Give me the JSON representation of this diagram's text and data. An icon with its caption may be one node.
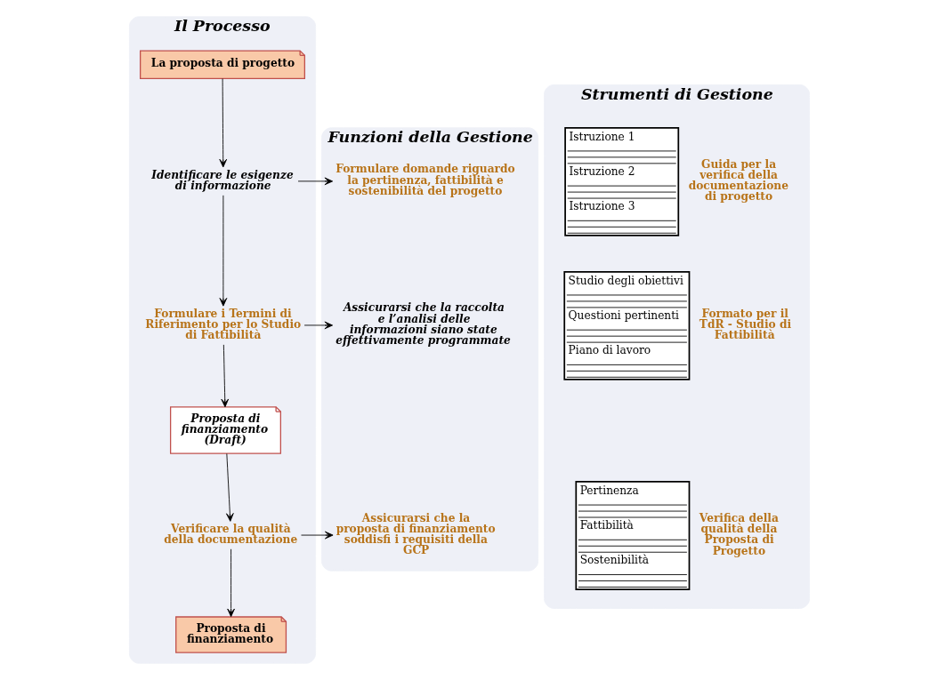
{
  "diagram": {
    "nodes": [
      {
        "text": [
          "Il Processo"
        ]
      },
      {
        "text": [
          "La proposta di progetto"
        ],
        "in": 0
      },
      {
        "text": [
          "Identificare le esigenze di informazione"
        ],
        "in": 0
      },
      {
        "text": [
          "Formulare i Termini di Riferimento per lo Studio di Fattibilità"
        ],
        "in": 0
      },
      {
        "text": [
          "Proposta di finanziamento (Draft)"
        ],
        "in": 0
      },
      {
        "text": [
          "Verificare la qualità della documentazione"
        ],
        "in": 0
      },
      {
        "text": [
          "Proposta di finanziamento"
        ],
        "in": 0
      },
      {
        "text": [
          "Funzioni della Gestione"
        ]
      },
      {
        "text": [
          "Formulare domande riguardo la pertinenza, fattibilità e sostenibilità del progetto"
        ],
        "in": 7
      },
      {
        "text": [
          "Assicurarsi che la raccolta e l’analisi delle informazioni siano state effettivamente programmate"
        ],
        "in": 7
      },
      {
        "text": [
          "Assicurarsi che la proposta di finanziamento soddisfi i requisiti della GCP"
        ],
        "in": 7
      },
      {
        "text": [
          "Strumenti di Gestione"
        ]
      },
      {
        "text": [
          "Istruzione 1",
          "Istruzione 2",
          "Istruzione 3"
        ],
        "in": 11,
        "beside": [
          "Guida per la verifica della documentazione di progetto"
        ]
      },
      {
        "text": [
          "Studio degli obiettivi",
          "Questioni pertinenti",
          "Piano di lavoro"
        ],
        "in": 11,
        "beside": [
          "Formato per il TdR - Studio di Fattibilità"
        ]
      },
      {
        "text": [
          "Pertinenza",
          "Fattibilità",
          "Sostenibilità"
        ],
        "in": 11,
        "beside": [
          "Verifica della qualità della Proposta di Progetto"
        ]
      }
    ],
    "edges": [
      {
        "from": 1,
        "to": 2,
        "arrow": "to"
      },
      {
        "from": 2,
        "to": 3,
        "arrow": "to"
      },
      {
        "from": 3,
        "to": 4,
        "arrow": "to"
      },
      {
        "from": 4,
        "to": 5,
        "arrow": "to"
      },
      {
        "from": 5,
        "to": 6,
        "arrow": "to"
      },
      {
        "from": 2,
        "to": 8,
        "arrow": "to"
      },
      {
        "from": 3,
        "to": 9,
        "arrow": "to"
      },
      {
        "from": 5,
        "to": 10,
        "arrow": "to"
      }
    ]
  }
}
